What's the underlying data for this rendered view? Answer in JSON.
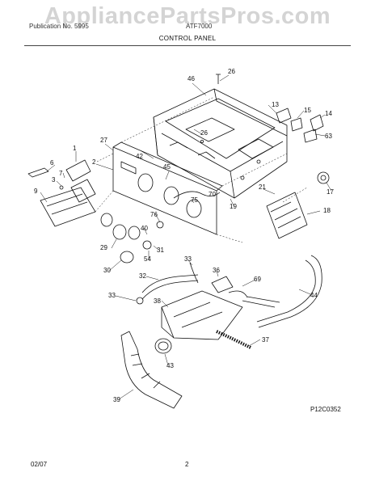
{
  "watermark": "AppliancePartsPros.com",
  "header": {
    "left_text": "Publication No. 5995",
    "right_text": "ATF7000",
    "section_title": "CONTROL PANEL"
  },
  "callouts": [
    "46",
    "26",
    "13",
    "15",
    "14",
    "63",
    "27",
    "26",
    "1",
    "42",
    "6",
    "45",
    "2",
    "7",
    "3",
    "9",
    "70",
    "21",
    "17",
    "75",
    "19",
    "76",
    "18",
    "40",
    "29",
    "31",
    "54",
    "30",
    "33",
    "36",
    "32",
    "69",
    "33",
    "44",
    "38",
    "37",
    "43",
    "39"
  ],
  "figure_code": "P12C0352",
  "footer": {
    "date": "02/07",
    "page": "2"
  }
}
